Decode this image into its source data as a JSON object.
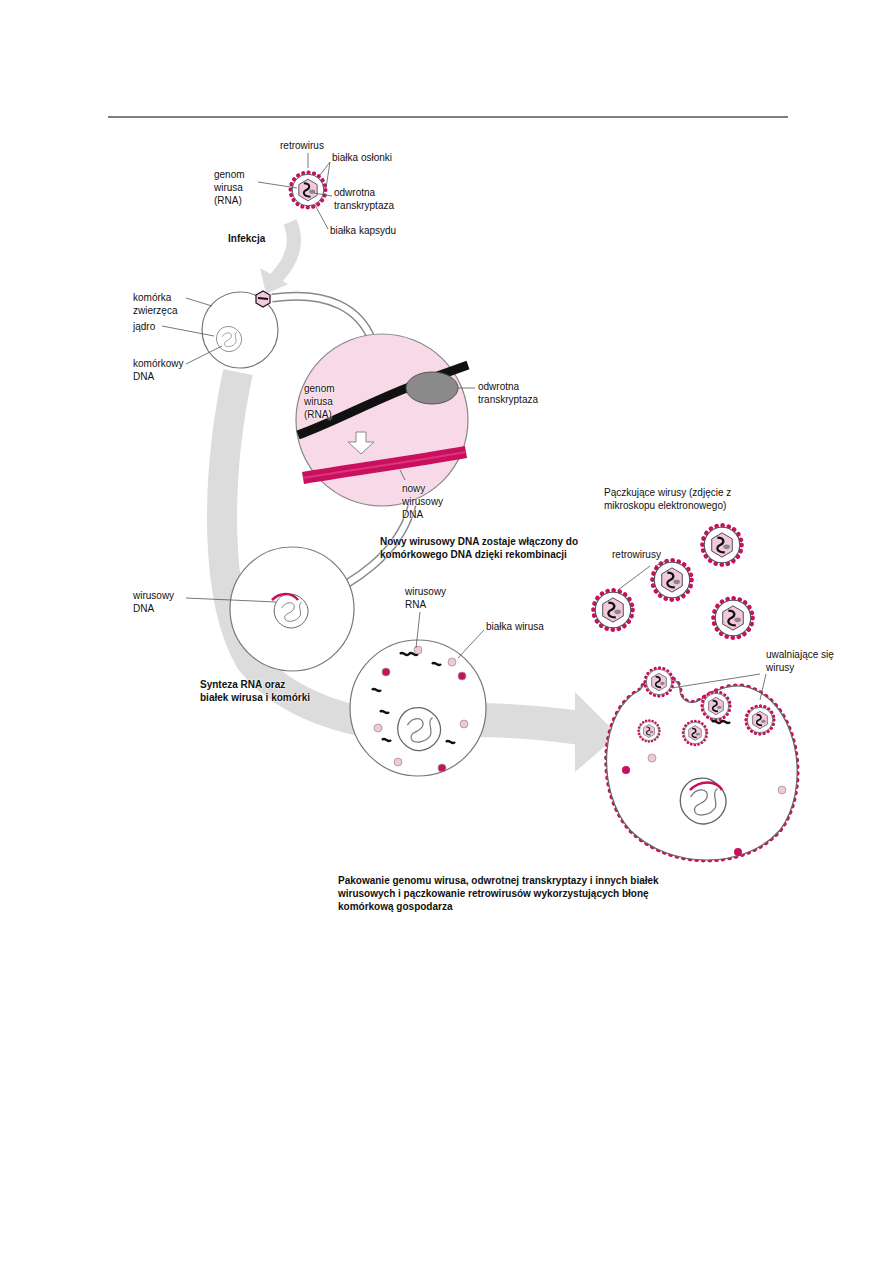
{
  "diagram": {
    "labels": [
      "retrowirus",
      "białka osłonki",
      "genom wirusa (RNA)",
      "odwrotna transkryptaza",
      "białka kapsydu",
      "Infekcja",
      "komórka zwierzęca",
      "jądro",
      "komórkowy DNA",
      "genom wirusa (RNA)",
      "odwrotna transkryptaza",
      "nowy wirusowy DNA",
      "Nowy wirusowy DNA zostaje włączony do komórkowego DNA dzięki rekombinacji",
      "wirusowy DNA",
      "wirusowy RNA",
      "białka wirusa",
      "Synteza RNA oraz białek wirusa i komórki",
      "Pączkujące wirusy (zdjęcie z mikroskopu elektronowego)",
      "retrowirusy",
      "uwalniające się wirusy",
      "Pakowanie genomu wirusa, odwrotnej transkryptazy i innych białek wirusowych i pączkowanie retrowirusów wykorzystujących błonę komórkową gospodarza"
    ]
  }
}
